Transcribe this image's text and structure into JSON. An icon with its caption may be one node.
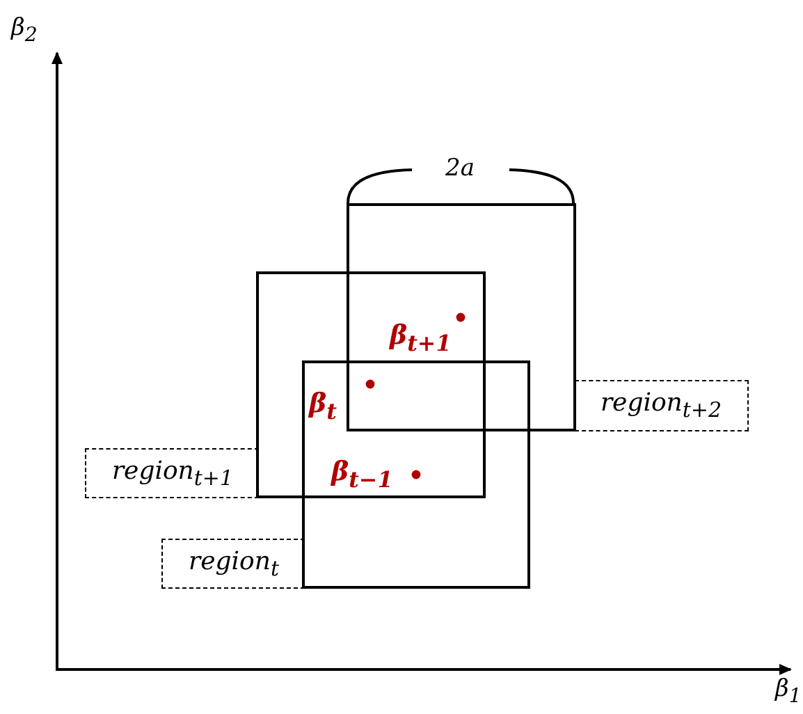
{
  "diagram": {
    "nodes": [
      {
        "text": [],
        "shape": "box"
      },
      {
        "text": [],
        "shape": "box"
      },
      {
        "text": [],
        "shape": "box"
      },
      {
        "text": [
          "region$_{t+2}$"
        ]
      },
      {
        "text": [
          "region$_{t+1}$"
        ]
      },
      {
        "text": [
          "region$_{t}$"
        ]
      }
    ],
    "labels": [
      "β$_{2}$",
      "2a",
      "β$_{t+1}$",
      "β$_{t}$",
      "β$_{t−1}$",
      "β$_{1}$"
    ]
  }
}
